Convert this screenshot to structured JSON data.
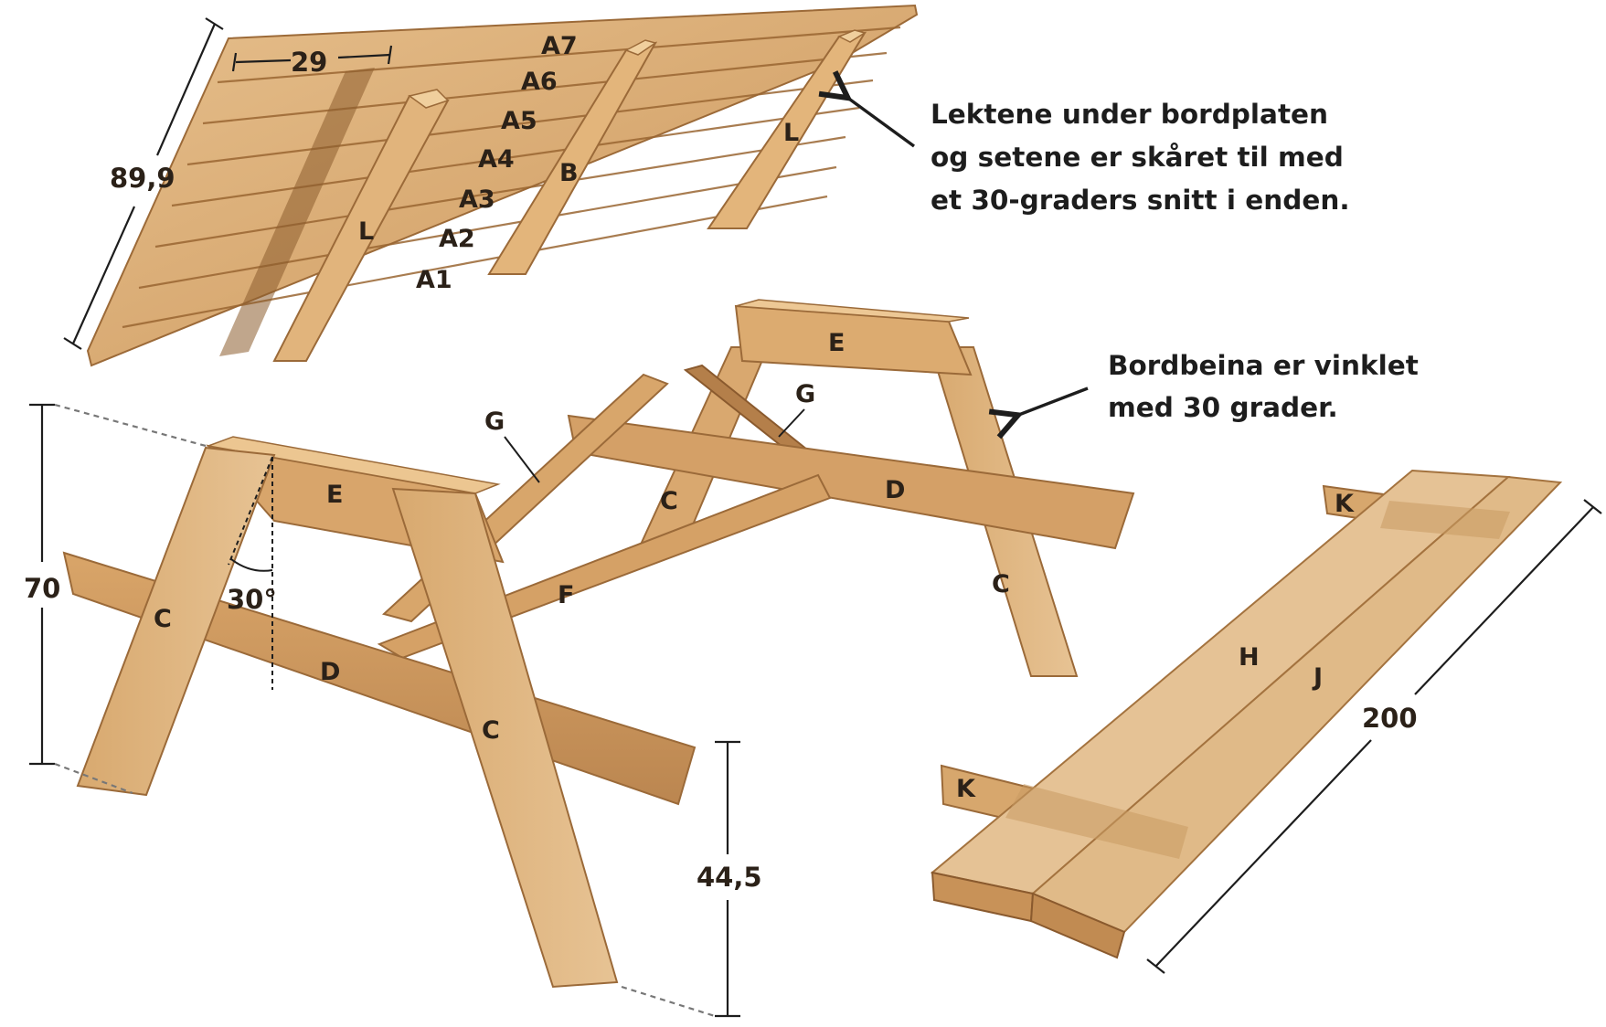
{
  "notes": {
    "top_line1": "Lektene under bordplaten",
    "top_line2": "og setene er skåret til med",
    "top_line3": "et 30-graders snitt i enden.",
    "legs_line1": "Bordbeina er vinklet",
    "legs_line2": "med 30 grader."
  },
  "dimensions": {
    "width_small": "29",
    "tabletop_depth": "89,9",
    "table_height": "70",
    "angle": "30°",
    "seat_height": "44,5",
    "bench_length": "200"
  },
  "parts": {
    "A1": "A1",
    "A2": "A2",
    "A3": "A3",
    "A4": "A4",
    "A5": "A5",
    "A6": "A6",
    "A7": "A7",
    "B": "B",
    "L": "L",
    "C": "C",
    "D": "D",
    "E": "E",
    "F": "F",
    "G": "G",
    "H": "H",
    "J": "J",
    "K": "K"
  },
  "colors": {
    "wood_light": "#e2b985",
    "wood_mid": "#cf9c62",
    "wood_dark": "#b07b45",
    "wood_edge": "#8a5a2e",
    "text": "#1d1d1d"
  }
}
